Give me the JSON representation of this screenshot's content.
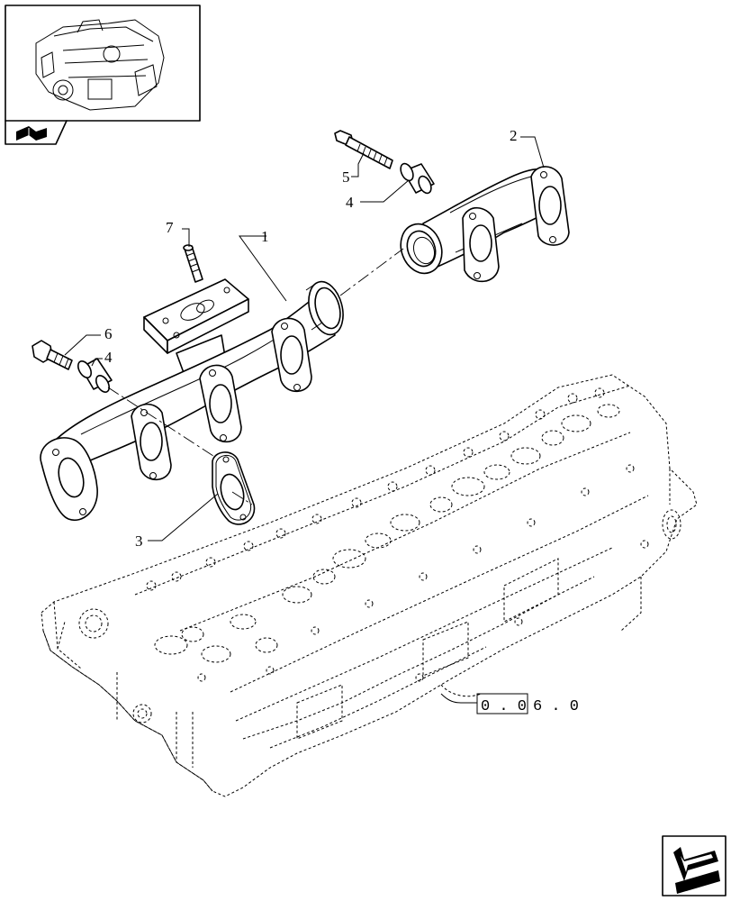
{
  "callouts": {
    "c1": "1",
    "c2": "2",
    "c3": "3",
    "c4a": "4",
    "c4b": "4",
    "c5": "5",
    "c6": "6",
    "c7": "7"
  },
  "reference": {
    "boxed": "0 . 0",
    "suffix": "6 . 0"
  },
  "icons": {
    "thumbnail": "engine-thumbnail-icon",
    "book": "book-icon",
    "nav": "next-page-arrow-icon"
  }
}
